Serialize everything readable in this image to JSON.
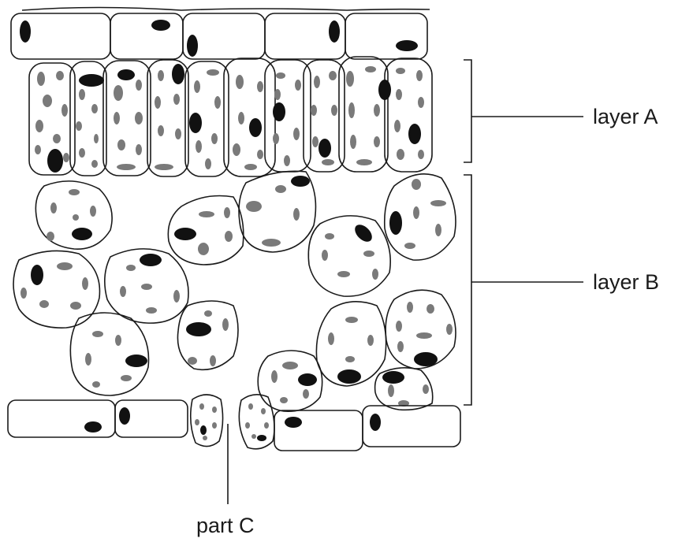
{
  "labels": {
    "layer_a": "layer A",
    "layer_b": "layer B",
    "part_c": "part C"
  },
  "colors": {
    "outline": "#1a1a1a",
    "chloroplast": "#7a7a7a",
    "nucleus": "#111111",
    "background": "#ffffff"
  }
}
